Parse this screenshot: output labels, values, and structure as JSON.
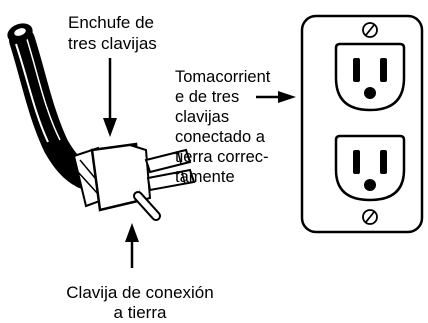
{
  "labels": {
    "plug": {
      "lines": [
        "Enchufe de",
        "tres clavijas"
      ]
    },
    "outlet": {
      "lines": [
        "Tomacorrient",
        "e de tres",
        "clavijas",
        "conectado a",
        "tierra correc-",
        "tamente"
      ]
    },
    "ground_pin": {
      "lines": [
        "Clavija de conexión",
        "a tierra"
      ]
    }
  },
  "colors": {
    "ink": "#000000",
    "paper": "#ffffff"
  }
}
